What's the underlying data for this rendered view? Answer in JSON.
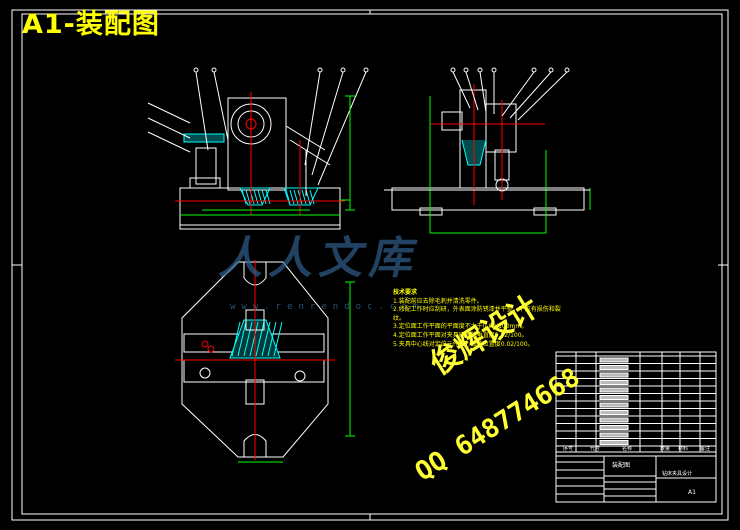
{
  "sheet": {
    "size_label": "A1-装配图",
    "background": "#000000",
    "frame_color": "#ffffff",
    "dim_color": "#00ff00",
    "part_color": "#ffffff",
    "center_color": "#ff0000",
    "hatch_color": "#00ffff",
    "note_color": "#ffff00"
  },
  "tech_requirements": {
    "heading": "技术要求",
    "items": [
      "1.装配前应去除毛刺并清洗零件。",
      "2.修配工作时应刮研，外表面涂防锈漆并平整，不应有损伤和裂",
      "纹。",
      "3.定位面工作平面的平面度不大于0.02/100mm。",
      "4.定位面工作平面对夹具底面的垂直度0.02/100。",
      "5.夹具中心线对定位元件中心线的位置度0.02/100。"
    ]
  },
  "title_block": {
    "drawing_name": "装配图",
    "product_name": "钻床夹具设计",
    "sheet_size": "A1",
    "columns": [
      "序号",
      "代号",
      "名称",
      "数量",
      "材料",
      "备注"
    ]
  },
  "watermark": {
    "logo": "人人文库",
    "site": "www.renrendoc.com"
  },
  "designer_stamp": {
    "name": "俊辉设计",
    "qq": "QQ 648774668"
  }
}
